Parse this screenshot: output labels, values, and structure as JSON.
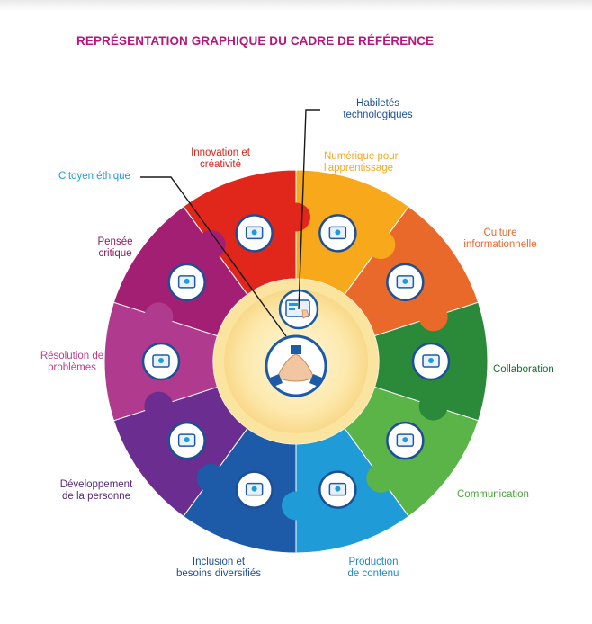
{
  "title": "REPRÉSENTATION GRAPHIQUE DU CADRE DE RÉFÉRENCE",
  "colors": {
    "title": "#b5177c",
    "center_fill": "#fde8a6",
    "center_ring": "#fbe3a0",
    "leader_line": "#1a1a1a"
  },
  "segments": [
    {
      "key": "numerique",
      "label": "Numérique pour\nl'apprentissage",
      "color": "#f7a81b",
      "label_color": "#f7a81b",
      "icon": "computer-learning-icon"
    },
    {
      "key": "culture",
      "label": "Culture\ninformationnelle",
      "color": "#e9692a",
      "label_color": "#e9692a",
      "icon": "documents-search-icon"
    },
    {
      "key": "collaboration",
      "label": "Collaboration",
      "color": "#2a8a3a",
      "label_color": "#1c6b2c",
      "icon": "team-network-icon"
    },
    {
      "key": "communication",
      "label": "Communication",
      "color": "#5bb448",
      "label_color": "#4aa33a",
      "icon": "chat-messages-icon"
    },
    {
      "key": "production",
      "label": "Production\nde contenu",
      "color": "#1f9bd7",
      "label_color": "#1f86c6",
      "icon": "video-content-icon"
    },
    {
      "key": "inclusion",
      "label": "Inclusion et\nbesoins diversifiés",
      "color": "#1d5aa8",
      "label_color": "#1d4f95",
      "icon": "circular-arrows-icon"
    },
    {
      "key": "developpement",
      "label": "Développement\nde la personne",
      "color": "#6b2d8f",
      "label_color": "#5a2a7c",
      "icon": "network-screens-icon"
    },
    {
      "key": "resolution",
      "label": "Résolution de\nproblèmes",
      "color": "#b03a8e",
      "label_color": "#c23d8c",
      "icon": "target-icon"
    },
    {
      "key": "pensee",
      "label": "Pensée\ncritique",
      "color": "#a31f73",
      "label_color": "#8e1a5e",
      "icon": "thinking-brain-icon"
    },
    {
      "key": "innovation",
      "label": "Innovation et\ncréativité",
      "color": "#e1261c",
      "label_color": "#d8261c",
      "icon": "lightbulb-icon"
    }
  ],
  "center": {
    "label_habiletes": "Habiletés\ntechnologiques",
    "label_citoyen": "Citoyen éthique",
    "habiletes_color": "#1d4f95",
    "citoyen_color": "#1f9bd7",
    "icon_top": "touch-screen-icon",
    "icon_main": "joined-hands-icon"
  }
}
